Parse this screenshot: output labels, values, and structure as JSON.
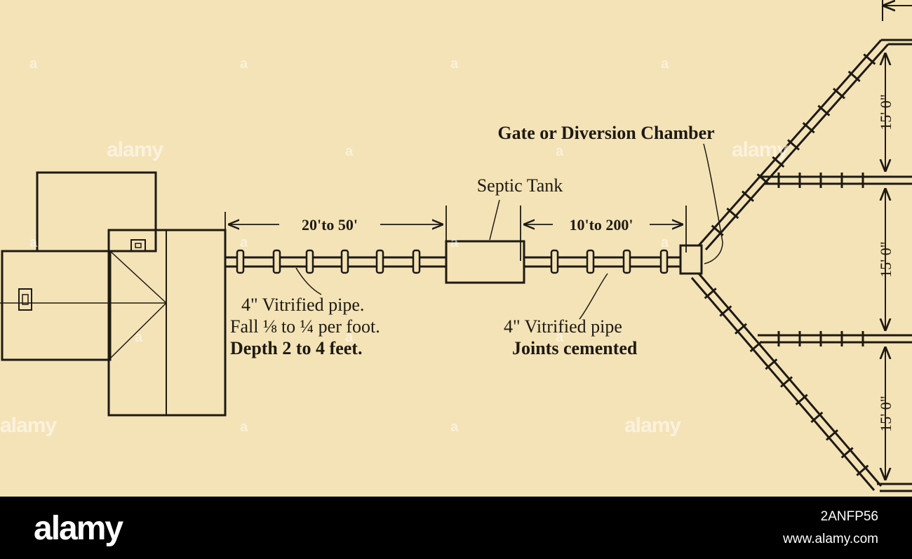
{
  "labels": {
    "gate": "Gate or Diversion Chamber",
    "septic": "Septic Tank",
    "dim1": "20'to 50'",
    "dim2": "10'to 200'",
    "pipe1_line1": "4\" Vitrified pipe.",
    "pipe1_line2": "Fall ⅛ to ¼ per foot.",
    "pipe1_line3": "Depth 2 to 4 feet.",
    "pipe2_line1": "4\" Vitrified pipe",
    "pipe2_line2": "Joints cemented",
    "spacing": "15' 0\""
  },
  "watermark": {
    "brand": "alamy",
    "letter": "a",
    "image_id": "2ANFP56",
    "url": "www.alamy.com"
  },
  "colors": {
    "paper": "#f4e3b7",
    "ink": "#1d1a12",
    "footer": "#000000"
  }
}
